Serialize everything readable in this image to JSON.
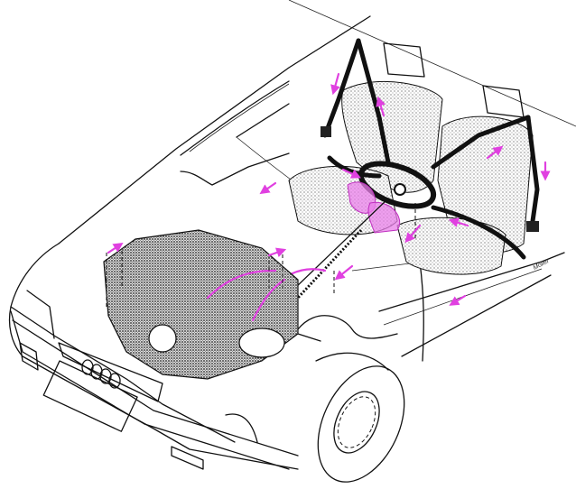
{
  "diagram": {
    "subject": "Cutaway illustration of a sedan showing passive safety / steering components",
    "style": "black line drawing with magenta highlight arrows",
    "colors": {
      "line": "#111111",
      "highlight": "#e040e0",
      "highlight_fill": "#e87fe8",
      "background": "#ffffff"
    },
    "components": [
      {
        "id": "driver-seat",
        "label": "Driver seat with headrest"
      },
      {
        "id": "passenger-seat",
        "label": "Passenger seat with headrest"
      },
      {
        "id": "driver-seatbelt",
        "label": "Three-point seat belt (left)"
      },
      {
        "id": "passenger-seatbelt",
        "label": "Three-point seat belt (right)"
      },
      {
        "id": "steering-wheel",
        "label": "Steering wheel"
      },
      {
        "id": "steering-column",
        "label": "Collapsible steering column"
      },
      {
        "id": "knee-bolster",
        "label": "Knee bolster (highlighted)"
      },
      {
        "id": "engine",
        "label": "Engine block"
      },
      {
        "id": "front-grille",
        "label": "Front grille with four-ring emblem"
      },
      {
        "id": "front-wheel",
        "label": "Front right wheel"
      }
    ],
    "arrows": [
      {
        "id": "arrow-hood-left",
        "direction": "down-left"
      },
      {
        "id": "arrow-belt-left-top",
        "direction": "down"
      },
      {
        "id": "arrow-seat-left",
        "direction": "up"
      },
      {
        "id": "arrow-seat-cushion",
        "direction": "down-right"
      },
      {
        "id": "arrow-footwell",
        "direction": "down-left"
      },
      {
        "id": "arrow-passenger-lap",
        "direction": "left"
      },
      {
        "id": "arrow-passenger-shoulder",
        "direction": "up-right"
      },
      {
        "id": "arrow-belt-right",
        "direction": "down"
      },
      {
        "id": "arrow-engine-left",
        "direction": "up"
      },
      {
        "id": "arrow-engine-right",
        "direction": "up"
      },
      {
        "id": "arrow-column",
        "direction": "down-left"
      },
      {
        "id": "arrow-door",
        "direction": "down-left"
      }
    ],
    "signature": "Möller"
  }
}
